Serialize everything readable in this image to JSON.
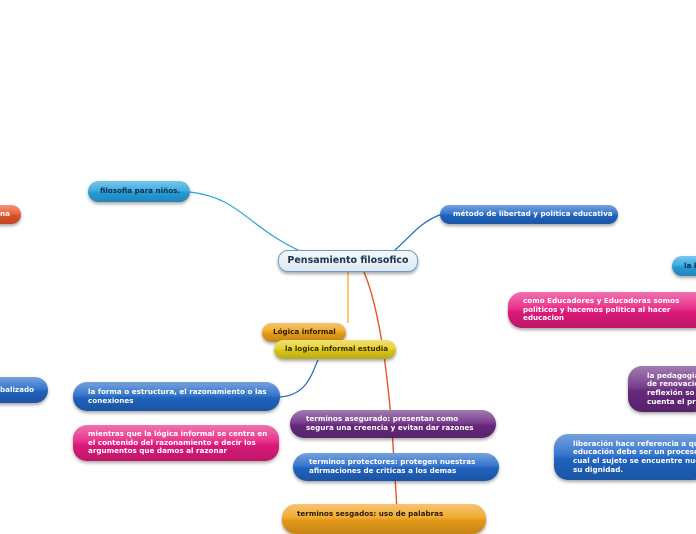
{
  "colors": {
    "light_blue": "#29a3e0",
    "blue": "#2168c8",
    "pink": "#e81b80",
    "purple": "#6b2a82",
    "orange": "#f0a21a",
    "yellow": "#e4cf1e",
    "red": "#e8552a",
    "central_border": "#6d9bc6"
  },
  "central": {
    "label": "Pensamiento filosofico"
  },
  "branches": {
    "filosofia": "filosofia para niños.",
    "metodo": "método de libertad y política educativa",
    "logica": "Lógica informal",
    "logica_estudia": "la logica informal estudia",
    "forma": "la forma o estructura, el razonamiento o las conexiones",
    "mientras": "mientras que la lógica informal se centra en el contenido del razonamiento e decir los argumentos que damos al razonar",
    "asegurado": "terminos asegurado: presentan como segura una creencia y evitan dar razones",
    "protectores": "terminos protectores: protegen nuestras afirmaciones de criticas a los demas",
    "sesgados": "terminos sesgados: uso de palabras",
    "left_red": "na",
    "left_blue": "balizado",
    "right_la": "la l",
    "educadores": "como Educadores y Educadoras somos politicos y hacemos politica al hacer educacion",
    "pedagogia": "la pedagogia de renovació reflexión so cuenta el pr",
    "liberacion": "liberación hace referencia a qu educación debe ser un proceso cual el sujeto se encuentre nue su dignidad."
  }
}
